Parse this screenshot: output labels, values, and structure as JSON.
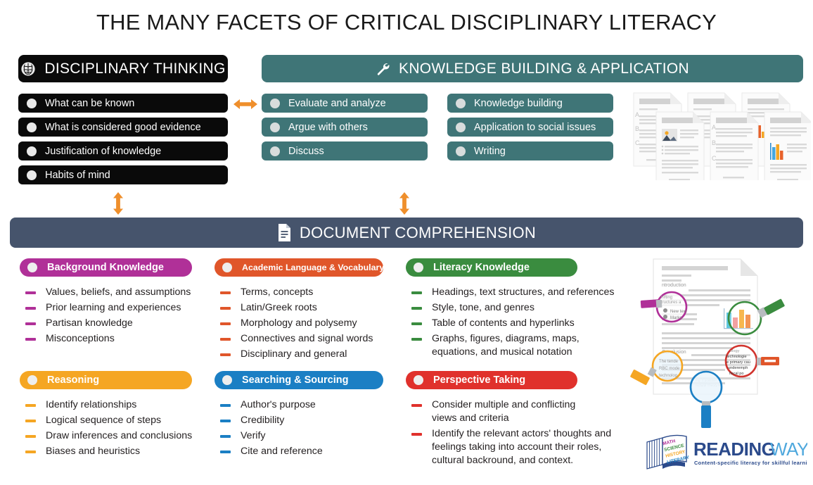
{
  "title": "THE MANY FACETS OF CRITICAL DISCIPLINARY LITERACY",
  "colors": {
    "black": "#0a0a0a",
    "teal": "#3f7577",
    "slate": "#46546c",
    "orange_arrow": "#ef8f2c",
    "magenta": "#b03098",
    "orange_red": "#e0562a",
    "green": "#3a8c3f",
    "amber": "#f5a623",
    "blue": "#1b7fc4",
    "red": "#e0312c"
  },
  "sections": {
    "disciplinary_thinking": {
      "header": "DISCIPLINARY THINKING",
      "icon": "brain-icon",
      "items": [
        "What can be known",
        "What is considered good evidence",
        "Justification of knowledge",
        "Habits of mind"
      ]
    },
    "knowledge_building": {
      "header": "KNOWLEDGE BUILDING & APPLICATION",
      "icon": "wrench-icon",
      "column_left": [
        "Evaluate and analyze",
        "Argue with others",
        "Discuss"
      ],
      "column_right": [
        "Knowledge building",
        "Application to social issues",
        "Writing"
      ],
      "illustration": "stacked-documents-illustration"
    },
    "document_comprehension": {
      "header": "DOCUMENT COMPREHENSION",
      "icon": "document-file-icon",
      "illustration": "document-with-magnifiers-illustration",
      "categories": [
        {
          "title": "Background Knowledge",
          "color": "#b03098",
          "title_size": 14.5,
          "items": [
            "Values, beliefs, and assumptions",
            "Prior learning and experiences",
            "Partisan knowledge",
            "Misconceptions"
          ]
        },
        {
          "title": "Academic Language & Vocabulary",
          "color": "#e0562a",
          "title_size": 12.4,
          "items": [
            "Terms, concepts",
            "Latin/Greek roots",
            "Morphology and polysemy",
            "Connectives and signal words",
            "Disciplinary and general"
          ]
        },
        {
          "title": "Literacy Knowledge",
          "color": "#3a8c3f",
          "title_size": 14.5,
          "items": [
            "Headings, text structures, and references",
            "Style, tone, and genres",
            "Table of contents and hyperlinks",
            "Graphs, figures, diagrams, maps, equations, and musical notation"
          ]
        },
        {
          "title": "Reasoning",
          "color": "#f5a623",
          "title_size": 14.5,
          "items": [
            "Identify relationships",
            "Logical sequence of steps",
            "Draw inferences and conclusions",
            "Biases and heuristics"
          ]
        },
        {
          "title": "Searching & Sourcing",
          "color": "#1b7fc4",
          "title_size": 14.5,
          "items": [
            "Author's purpose",
            "Credibility",
            "Verify",
            "Cite and reference"
          ]
        },
        {
          "title": "Perspective Taking",
          "color": "#e0312c",
          "title_size": 14.5,
          "items": [
            "Consider multiple and conflicting views and criteria",
            "Identify the relevant actors' thoughts and feelings taking into account their roles, cultural backround, and context."
          ]
        }
      ]
    }
  },
  "arrows": {
    "horizontal": "double-headed-horizontal-arrow",
    "vertical_left": "double-headed-vertical-arrow",
    "vertical_right": "double-headed-vertical-arrow"
  },
  "logo": {
    "brand_bold": "READING",
    "brand_light": "WAYS",
    "tagline": "Content-specific literacy for skillful learning",
    "book_labels": [
      "MATH",
      "SCIENCE",
      "HISTORY",
      "LITERARY"
    ]
  },
  "illustration_text": {
    "doc_intro": "ntroduction",
    "magnifier_magenta": [
      "hifting",
      "tructures a",
      "New text",
      "Marke"
    ],
    "magnifier_orange": [
      "The tende",
      "RBC mode",
      "technolog"
    ],
    "magnifier_red": [
      "ology",
      "technologie",
      "e primary cau",
      "underemph",
      "fiscal po"
    ],
    "doc_conclusion": "Conclusion"
  }
}
